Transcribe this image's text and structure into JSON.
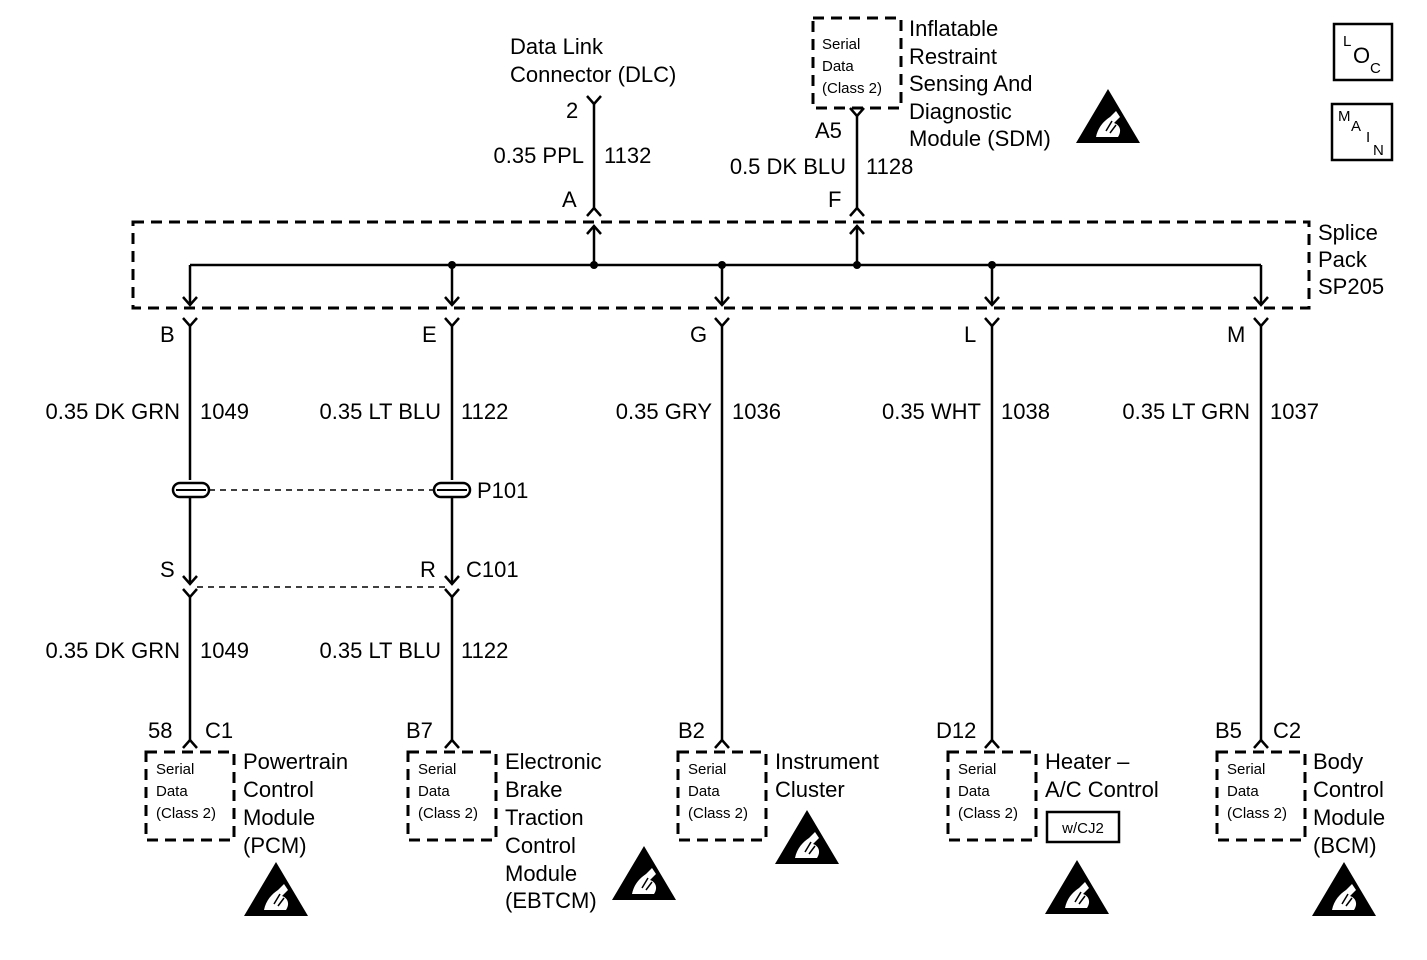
{
  "dlc": {
    "name_line1": "Data Link",
    "name_line2": "Connector (DLC)",
    "pin": "2",
    "wire_gauge_color": "0.35 PPL",
    "circuit": "1132",
    "splice_pin": "A"
  },
  "sdm": {
    "box_line1": "Serial",
    "box_line2": "Data",
    "box_line3": "(Class 2)",
    "name_lines": [
      "Inflatable",
      "Restraint",
      "Sensing And",
      "Diagnostic",
      "Module (SDM)"
    ],
    "pin": "A5",
    "wire_gauge_color": "0.5 DK BLU",
    "circuit": "1128",
    "splice_pin": "F"
  },
  "splice_pack": {
    "name_lines": [
      "Splice",
      "Pack",
      "SP205"
    ]
  },
  "branches": {
    "b": {
      "splice_pin": "B",
      "wire_gauge_color": "0.35 DK GRN",
      "circuit": "1049"
    },
    "e": {
      "splice_pin": "E",
      "wire_gauge_color": "0.35 LT BLU",
      "circuit": "1122"
    },
    "g": {
      "splice_pin": "G",
      "wire_gauge_color": "0.35 GRY",
      "circuit": "1036"
    },
    "l": {
      "splice_pin": "L",
      "wire_gauge_color": "0.35 WHT",
      "circuit": "1038"
    },
    "m": {
      "splice_pin": "M",
      "wire_gauge_color": "0.35 LT GRN",
      "circuit": "1037"
    }
  },
  "connectors": {
    "p101": "P101",
    "c101": "C101",
    "c101_pin_left": "S",
    "c101_pin_right": "R"
  },
  "lower_wires": {
    "b": {
      "wire_gauge_color": "0.35 DK GRN",
      "circuit": "1049"
    },
    "e": {
      "wire_gauge_color": "0.35 LT BLU",
      "circuit": "1122"
    }
  },
  "modules": {
    "pcm": {
      "pin": "58",
      "connector": "C1",
      "name_lines": [
        "Powertrain",
        "Control",
        "Module",
        "(PCM)"
      ]
    },
    "ebtcm": {
      "pin": "B7",
      "name_lines": [
        "Electronic",
        "Brake",
        "Traction",
        "Control",
        "Module",
        "(EBTCM)"
      ]
    },
    "ipc": {
      "pin": "B2",
      "name_lines": [
        "Instrument",
        "Cluster"
      ]
    },
    "hvac": {
      "pin": "D12",
      "name_lines": [
        "Heater –",
        "A/C Control"
      ],
      "option": "w/CJ2"
    },
    "bcm": {
      "pin": "B5",
      "connector": "C2",
      "name_lines": [
        "Body",
        "Control",
        "Module",
        "(BCM)"
      ]
    }
  },
  "serial_box": {
    "line1": "Serial",
    "line2": "Data",
    "line3": "(Class 2)"
  },
  "nav": {
    "loc": {
      "l": "L",
      "o": "O",
      "c": "C"
    },
    "main": {
      "m": "M",
      "a": "A",
      "i": "I",
      "n": "N"
    }
  },
  "icons": {
    "esd": "esd-sensitive-warning-icon"
  }
}
